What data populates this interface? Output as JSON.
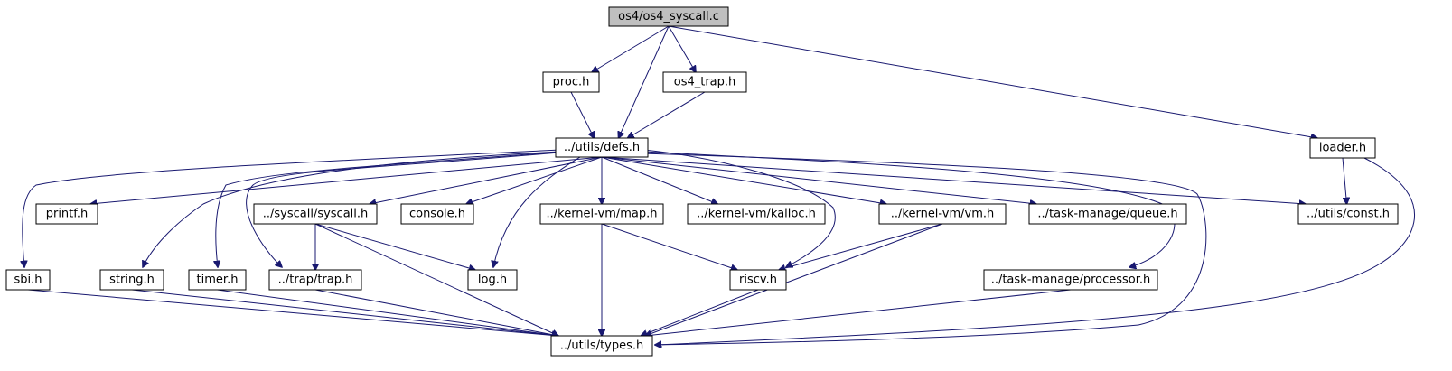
{
  "graph": {
    "root": "os4/os4_syscall.c",
    "nodes": {
      "os4_syscall_c": "os4/os4_syscall.c",
      "proc_h": "proc.h",
      "os4_trap_h": "os4_trap.h",
      "defs_h": "../utils/defs.h",
      "loader_h": "loader.h",
      "printf_h": "printf.h",
      "syscall_h": "../syscall/syscall.h",
      "console_h": "console.h",
      "map_h": "../kernel-vm/map.h",
      "kalloc_h": "../kernel-vm/kalloc.h",
      "vm_h": "../kernel-vm/vm.h",
      "queue_h": "../task-manage/queue.h",
      "const_h": "../utils/const.h",
      "sbi_h": "sbi.h",
      "string_h": "string.h",
      "timer_h": "timer.h",
      "trap_h": "../trap/trap.h",
      "log_h": "log.h",
      "riscv_h": "riscv.h",
      "processor_h": "../task-manage/processor.h",
      "types_h": "../utils/types.h"
    },
    "edges": [
      [
        "os4_syscall_c",
        "proc_h"
      ],
      [
        "os4_syscall_c",
        "defs_h"
      ],
      [
        "os4_syscall_c",
        "os4_trap_h"
      ],
      [
        "os4_syscall_c",
        "loader_h"
      ],
      [
        "proc_h",
        "defs_h"
      ],
      [
        "os4_trap_h",
        "defs_h"
      ],
      [
        "defs_h",
        "sbi_h"
      ],
      [
        "defs_h",
        "printf_h"
      ],
      [
        "defs_h",
        "string_h"
      ],
      [
        "defs_h",
        "timer_h"
      ],
      [
        "defs_h",
        "trap_h"
      ],
      [
        "defs_h",
        "syscall_h"
      ],
      [
        "defs_h",
        "console_h"
      ],
      [
        "defs_h",
        "log_h"
      ],
      [
        "defs_h",
        "map_h"
      ],
      [
        "defs_h",
        "kalloc_h"
      ],
      [
        "defs_h",
        "riscv_h"
      ],
      [
        "defs_h",
        "vm_h"
      ],
      [
        "defs_h",
        "queue_h"
      ],
      [
        "defs_h",
        "processor_h"
      ],
      [
        "defs_h",
        "const_h"
      ],
      [
        "defs_h",
        "types_h"
      ],
      [
        "loader_h",
        "const_h"
      ],
      [
        "loader_h",
        "types_h"
      ],
      [
        "syscall_h",
        "trap_h"
      ],
      [
        "syscall_h",
        "log_h"
      ],
      [
        "syscall_h",
        "types_h"
      ],
      [
        "map_h",
        "types_h"
      ],
      [
        "map_h",
        "riscv_h"
      ],
      [
        "vm_h",
        "riscv_h"
      ],
      [
        "vm_h",
        "types_h"
      ],
      [
        "sbi_h",
        "types_h"
      ],
      [
        "string_h",
        "types_h"
      ],
      [
        "timer_h",
        "types_h"
      ],
      [
        "trap_h",
        "types_h"
      ],
      [
        "riscv_h",
        "types_h"
      ],
      [
        "processor_h",
        "types_h"
      ]
    ]
  },
  "colors": {
    "edge": "#191970",
    "root_fill": "#bfbfbf",
    "node_fill": "#ffffff",
    "node_border": "#000000"
  }
}
